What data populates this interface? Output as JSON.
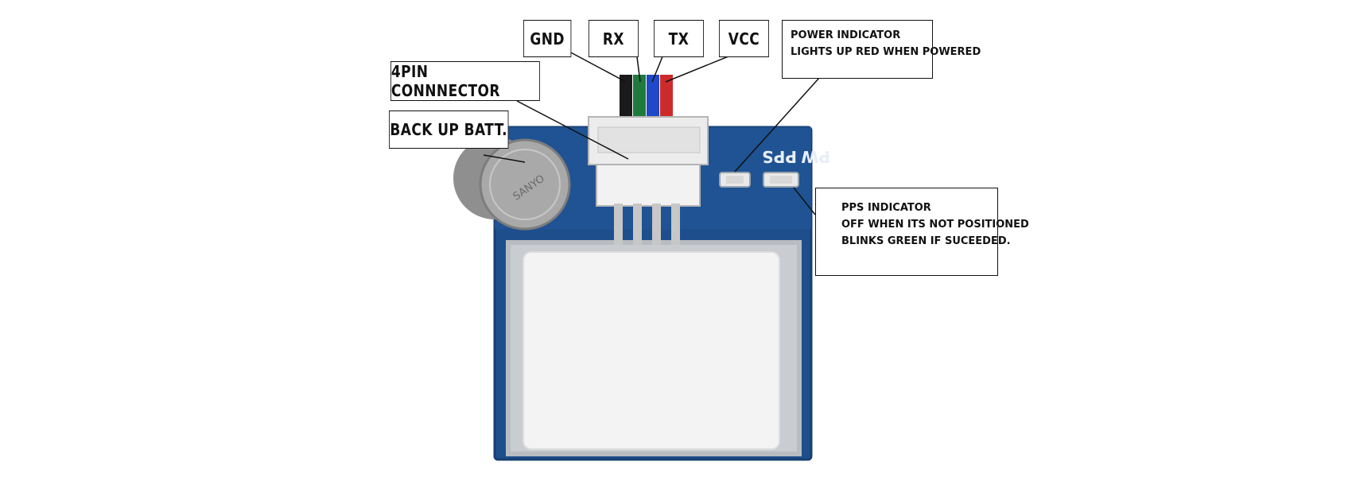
{
  "labels": {
    "gnd": "GND",
    "rx": "RX",
    "tx": "TX",
    "vcc": "VCC",
    "connector": "4PIN CONNNECTOR",
    "battery": "BACK UP BATT.",
    "power_indicator": {
      "title": "POWER INDICATOR",
      "note": "LIGHTS UP RED WHEN POWERED"
    },
    "pps_indicator": {
      "title": "PPS INDICATOR",
      "line1": "OFF WHEN ITS NOT POSITIONED",
      "line2": "BLINKS GREEN IF SUCEEDED."
    }
  },
  "silkscreen": {
    "pps": "PPS",
    "pw": "PW"
  },
  "colors": {
    "pcb": "#1e4f8c",
    "pcb_edge": "#173f72",
    "antenna_frame": "#b9bcc0",
    "antenna_patch": "#f3f3f3",
    "connector_housing": "#ececec",
    "wire_gnd": "#1a1a1a",
    "wire_rx": "#1f7a3d",
    "wire_tx": "#1f49c9",
    "wire_vcc": "#cc2b2b",
    "battery": "#a9a9a9"
  }
}
